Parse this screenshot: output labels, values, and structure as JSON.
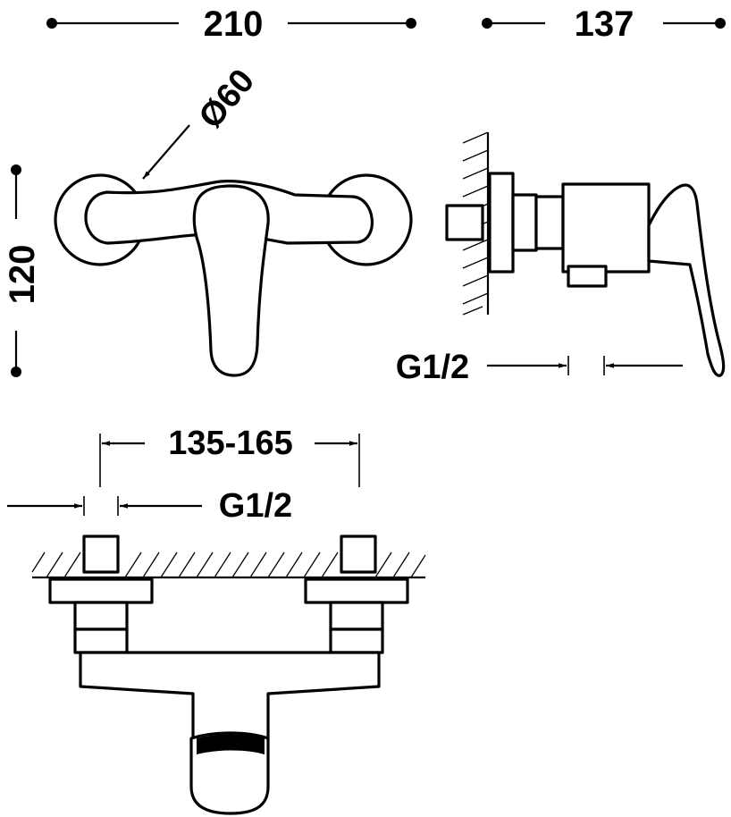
{
  "dimensions": {
    "width_total": "210",
    "depth_total": "137",
    "diameter": "Ø60",
    "height_total": "120",
    "connection_side": "G1/2",
    "centers_range": "135-165",
    "connection_bottom": "G1/2"
  }
}
